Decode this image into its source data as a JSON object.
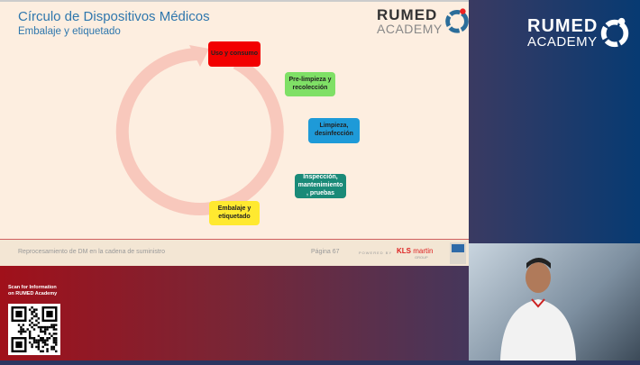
{
  "slide": {
    "title": "Círculo de Dispositivos Médicos",
    "subtitle": "Embalaje y etiquetado",
    "logo": {
      "line1": "RUMED",
      "line2": "ACADEMY"
    },
    "cycle": [
      {
        "label": "Uso y consumo",
        "color": "#f20000"
      },
      {
        "label": "Pre-limpieza y recolección",
        "color": "#7fe066"
      },
      {
        "label": "Limpieza, desinfección",
        "color": "#1e9ad8"
      },
      {
        "label": "Inspección, mantenimiento , pruebas",
        "color": "#1a8a78"
      },
      {
        "label": "Embalaje y etiquetado",
        "color": "#ffe930"
      }
    ],
    "footer": {
      "text": "Reprocesamiento de DM en la cadena de suministro",
      "page": "Página 67",
      "powered": "POWERED BY",
      "kls": "KLS",
      "martin": "martin",
      "group": "GROUP"
    }
  },
  "side_logo": {
    "line1": "RUMED",
    "line2": "ACADEMY"
  },
  "scan": {
    "line1": "Scan for Information",
    "line2": "on RUMED Academy"
  }
}
